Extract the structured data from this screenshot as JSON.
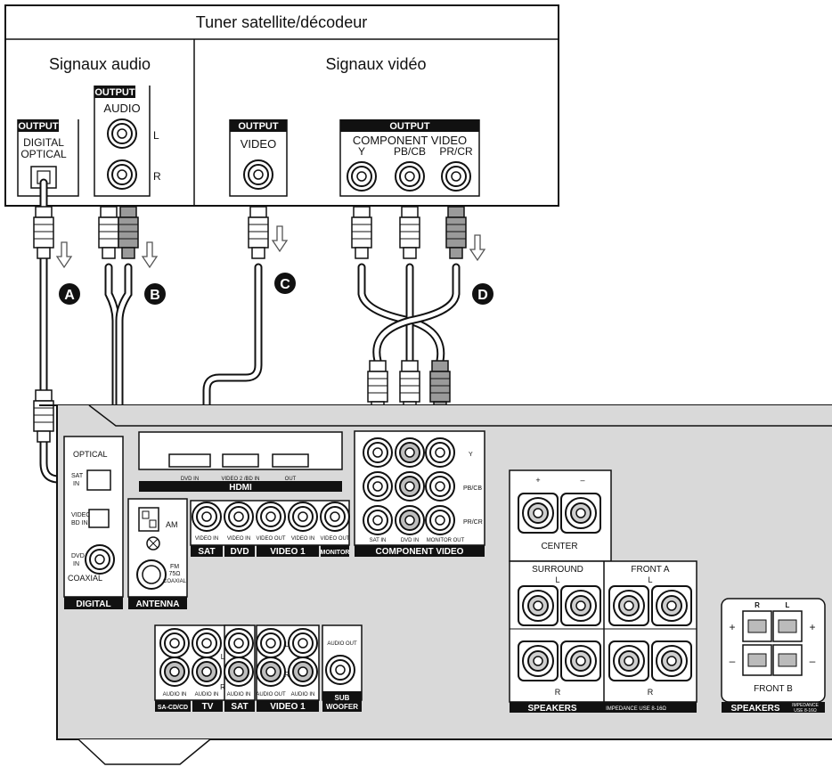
{
  "tuner": {
    "title": "Tuner satellite/décodeur",
    "audio_heading": "Signaux audio",
    "video_heading": "Signaux vidéo",
    "output_label": "OUTPUT",
    "digital_label_1": "DIGITAL",
    "digital_label_2": "OPTICAL",
    "audio_label": "AUDIO",
    "audio_l": "L",
    "audio_r": "R",
    "video_label": "VIDEO",
    "component_label": "COMPONENT VIDEO",
    "comp_y": "Y",
    "comp_pb": "PB/CB",
    "comp_pr": "PR/CR"
  },
  "connections": [
    "A",
    "B",
    "C",
    "D"
  ],
  "receiver": {
    "optical": "OPTICAL",
    "sat_in": "SAT",
    "in": "IN",
    "video2_bd_in_1": "VIDEO 2/",
    "video2_bd_in_2": "BD IN",
    "dvd_in_1": "DVD",
    "dvd_in_2": "IN",
    "coaxial": "COAXIAL",
    "digital": "DIGITAL",
    "hdmi": "HDMI",
    "hdmi_dvd_in": "DVD IN",
    "hdmi_video2": "VIDEO 2 /BD IN",
    "hdmi_out": "OUT",
    "am": "AM",
    "fm_1": "FM",
    "fm_2": "75Ω",
    "fm_3": "COAXIAL",
    "antenna": "ANTENNA",
    "video_in": "VIDEO IN",
    "video_out": "VIDEO OUT",
    "sat": "SAT",
    "dvd": "DVD",
    "video1": "VIDEO 1",
    "monitor": "MONITOR",
    "comp_y": "Y",
    "comp_pb": "PB/CB",
    "comp_pr": "PR/CR",
    "comp_sat_in": "SAT IN",
    "comp_dvd_in": "DVD IN",
    "comp_monitor_out": "MONITOR OUT",
    "component_video": "COMPONENT VIDEO",
    "audio_in": "AUDIO IN",
    "audio_out": "AUDIO OUT",
    "sacd": "SA-CD/CD",
    "tv": "TV",
    "sub_1": "SUB",
    "sub_2": "WOOFER",
    "l": "L",
    "r": "R",
    "center": "CENTER",
    "surround": "SURROUND",
    "front_a": "FRONT A",
    "front_b": "FRONT B",
    "speakers": "SPEAKERS",
    "impedance": "IMPEDANCE USE 8-16Ω",
    "impedance_1": "IMPEDANCE",
    "impedance_2": "USE 8-16Ω",
    "plus": "+",
    "minus": "–"
  }
}
